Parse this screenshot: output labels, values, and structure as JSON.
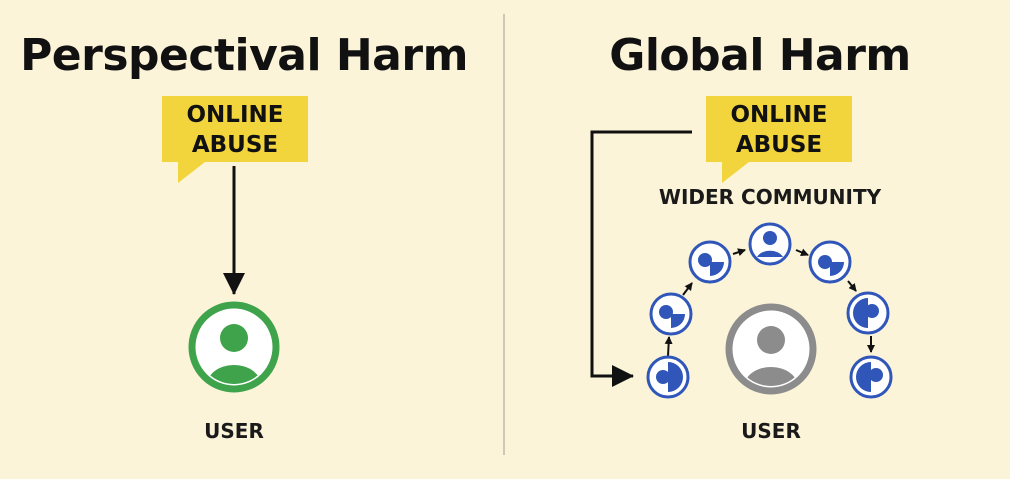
{
  "left_panel": {
    "title": "Perspectival Harm",
    "callout": {
      "line1": "ONLINE",
      "line2": "ABUSE"
    },
    "user_label": "USER"
  },
  "right_panel": {
    "title": "Global Harm",
    "callout": {
      "line1": "ONLINE",
      "line2": "ABUSE"
    },
    "community_label": "WIDER COMMUNITY",
    "user_label": "USER"
  },
  "colors": {
    "background": "#fbf4d9",
    "callout": "#f2d43c",
    "divider": "#cfc8b4",
    "user_green": "#3ea34a",
    "user_gray": "#8c8c8c",
    "community_blue": "#2f56b8",
    "arrow": "#111111"
  },
  "icons": {
    "user": "person-icon",
    "community_member": "group-member-icon"
  }
}
